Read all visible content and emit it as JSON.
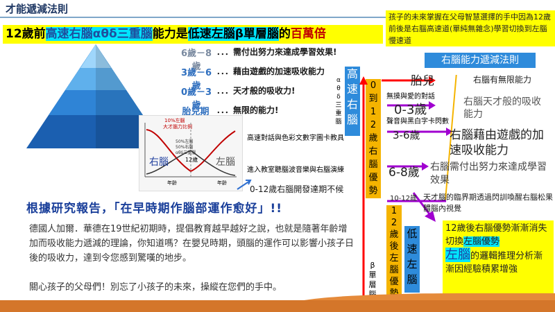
{
  "title": "才能遞減法則",
  "subtitle": {
    "prefix": "12歲前",
    "fast_right": "高速右腦αθδ三重腦",
    "middle": "能力是",
    "slow_left": "低速左腦β單層腦",
    "of": "的",
    "million": "百萬倍"
  },
  "pyramid": {
    "levels": [
      {
        "label": "6歲－8歲",
        "text": "．．．需付出努力來達成學習效果!"
      },
      {
        "label": "3歲－6歲",
        "text": "．．．藉由遊戲的加速吸收能力"
      },
      {
        "label": "0歲－3歲",
        "text": "．．．天才般的吸收力!"
      },
      {
        "label": "胎兒期",
        "text": "．．．無限的能力!"
      }
    ]
  },
  "mini_chart": {
    "title_left": "10%左腦",
    "title_right": "大才腦力比例",
    "left_label": "右腦",
    "right_label": "左腦",
    "age_axis": "年齡",
    "age_mark": "12歲",
    "mid_note1": "50%左腦",
    "mid_note2": "50%右腦",
    "mid_note3": "αθδ三重腦"
  },
  "notes": {
    "hf_dialogue": "高速對話與色彩文數字圖卡教具",
    "classroom": "進入教室聽腦波音樂與右腦演練",
    "window": "0-12歲右腦開發達期不候"
  },
  "speed_right": {
    "greek": [
      "α",
      "θ",
      "δ",
      "三",
      "重",
      "腦"
    ],
    "label": [
      "高",
      "速",
      "右",
      "腦"
    ]
  },
  "col_012": [
    "0",
    "到",
    "1",
    "2",
    "歲",
    "右",
    "腦",
    "優",
    "勢"
  ],
  "col_12after": [
    "1",
    "2",
    "歲",
    "後",
    "左",
    "腦",
    "優",
    "勢"
  ],
  "slow_left_col": [
    "低",
    "速",
    "左",
    "腦"
  ],
  "beta_col": [
    "β",
    "單",
    "層",
    "腦"
  ],
  "center_small": {
    "a": "無摸與愛的對話",
    "b": "聲音與黑白字卡閃數"
  },
  "stages": {
    "fetal": "胎兒",
    "s03": "0-3歲",
    "s36": "3-6歲",
    "s68": "6-8歲",
    "s1012": "10-12歲"
  },
  "right_desc": {
    "fetal": "右腦有無限能力",
    "s03": "右腦天才般的吸收能力",
    "s36": "右腦藉由遊戲的加速吸收能力",
    "s68": "右腦需付出努力來達成學習效果",
    "s1012": "天才腦的臨界期透過閃訓喚醒右腦松果體腦內視覺"
  },
  "top_box": "孩子的未來掌握在父母智慧選擇的手中因為12歲前後是右腦高速道(單純無雜念)學習切換到左腦慢速道",
  "rule_label": "右腦能力遞減法則",
  "after12": {
    "line1": "12歲後右腦優勢漸漸消失切換",
    "left_adv": "左腦優勢",
    "left_big": "左腦",
    "line2": "的邏輯推理分析漸漸因經驗積累增強"
  },
  "research": "根據研究報告，「在早時期作腦部運作愈好」!!",
  "paragraph": [
    "德國人加爾．華德在19世紀初期時，提倡教育越早越好之說，也就是隨著年齡增加而吸收能力遞減的理論，你知道嗎？在嬰兒時期，頭腦的運作可以影響小孩子日後的吸收力，達到令您感到驚嘆的地步。",
    "關心孩子的父母們！別忘了小孩子的未來，操縱在您們的手中。"
  ],
  "colors": {
    "yellow": "#ffff00",
    "cyan": "#00e5ff",
    "blue_col": "#2e8bdb",
    "orange_col": "#f5b400",
    "red_arrow": "#ff0000",
    "purple_arrow": "#a000d0",
    "footer": "#d4762a"
  }
}
